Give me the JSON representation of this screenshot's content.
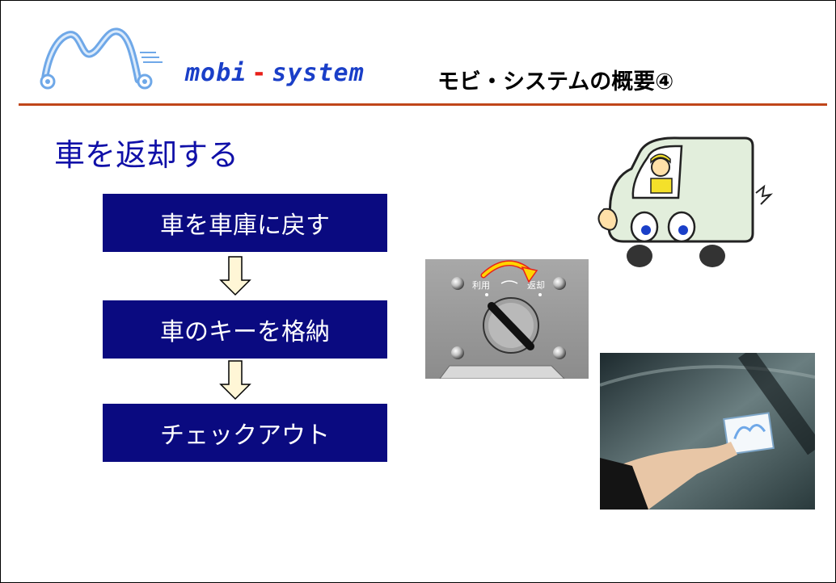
{
  "header": {
    "brand_left": "mobi",
    "brand_dash": "-",
    "brand_right": "system",
    "title": "モビ・システムの概要④"
  },
  "section_title": "車を返却する",
  "steps": [
    {
      "label": "車を車庫に戻す"
    },
    {
      "label": "車のキーを格納"
    },
    {
      "label": "チェックアウト"
    }
  ],
  "key_panel": {
    "left_label": "利用",
    "right_label": "返却"
  },
  "colors": {
    "step_fill": "#0a0a80",
    "title_blue": "#1010a8",
    "rule": "#c0461a",
    "brand_blue": "#1a3fc8",
    "brand_red": "#e8201a"
  },
  "icons": [
    "logo-mark",
    "down-arrow-icon",
    "key-switch-panel",
    "truck-illustration",
    "card-photo"
  ]
}
